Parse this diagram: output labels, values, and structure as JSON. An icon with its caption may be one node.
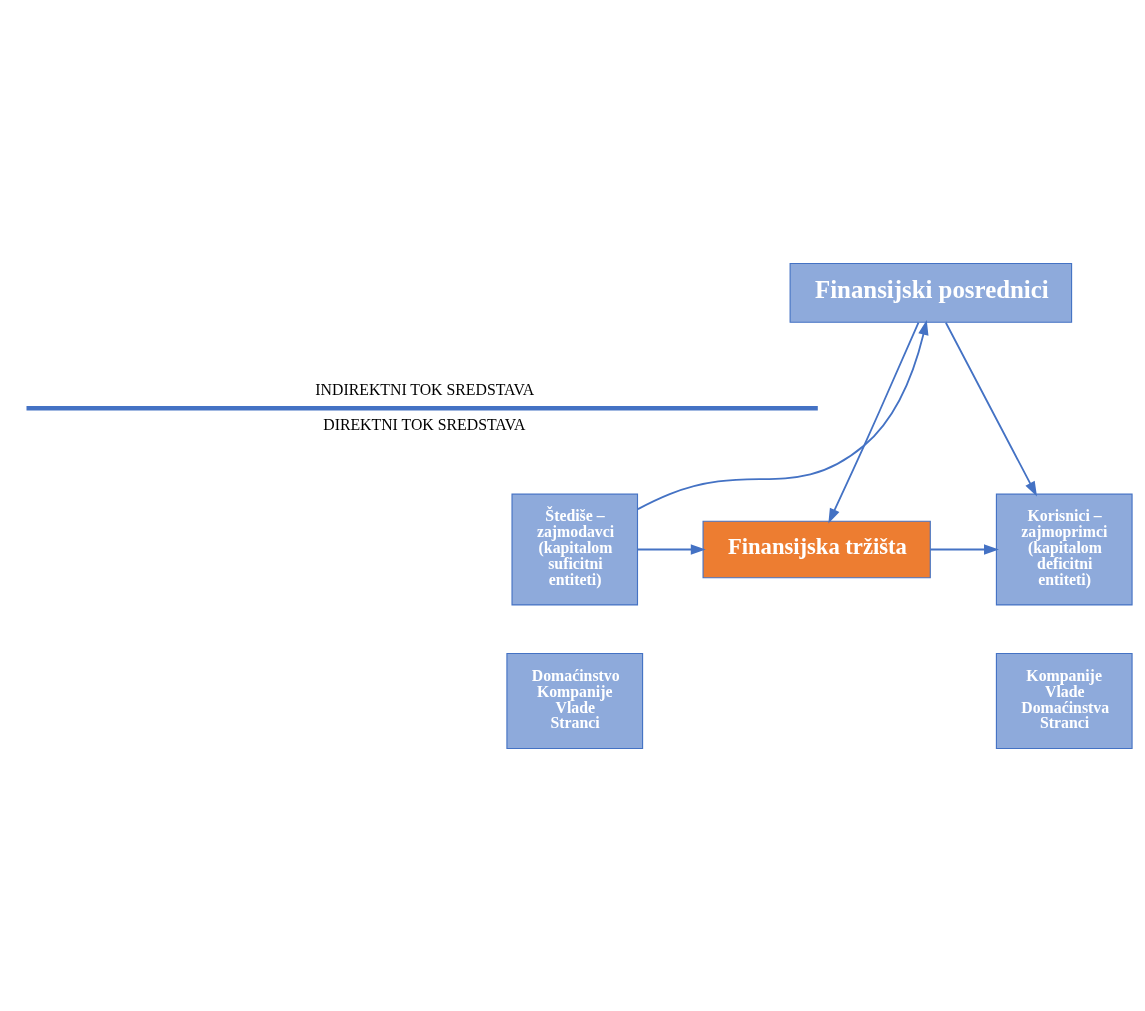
{
  "diagram": {
    "nodes": [
      {
        "text": [
          "Finansijski posrednici"
        ]
      },
      {
        "text": [
          "Štediše – zajmodavci (kapitalom suficitni entiteti)"
        ]
      },
      {
        "text": [
          "Finansijska tržišta"
        ]
      },
      {
        "text": [
          "Korisnici – zajmoprimci (kapitalom deficitni entiteti)"
        ]
      },
      {
        "text": [
          "Domaćinstvo",
          "Kompanije",
          "Vlade",
          "Stranci"
        ]
      },
      {
        "text": [
          "Kompanije",
          "Vlade",
          "Domaćinstva",
          "Stranci"
        ]
      }
    ],
    "edges": [
      {
        "from": 1,
        "to": 0,
        "arrow": "to"
      },
      {
        "from": 0,
        "to": 2,
        "arrow": "to"
      },
      {
        "from": 0,
        "to": 3,
        "arrow": "to"
      },
      {
        "from": 1,
        "to": 2,
        "arrow": "to"
      },
      {
        "from": 2,
        "to": 3,
        "arrow": "to"
      }
    ],
    "labels": [
      "INDIREKTNI TOK SREDSTAVA",
      "DIREKTNI TOK SREDSTAVA"
    ]
  }
}
